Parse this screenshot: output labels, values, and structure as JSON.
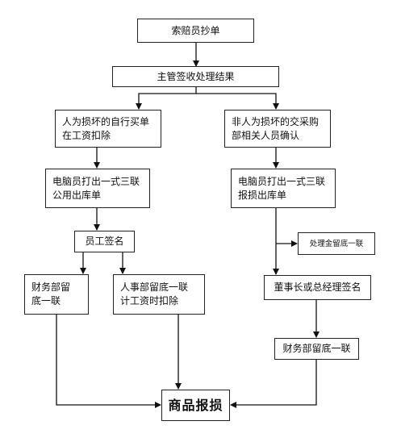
{
  "flowchart": {
    "nodes": {
      "n1": "索赔员抄单",
      "n2": "主管签收处理结果",
      "n3": "人为损坏的自行买单\n在工资扣除",
      "n4": "非人为损坏的交采购\n部相关人员确认",
      "n5": "电脑员打出一式三联\n公用出库单",
      "n6": "电脑员打出一式三联\n报损出库单",
      "n7": "员工签名",
      "n8": "处理金留底一联",
      "n9": "财务部留\n底一联",
      "n10": "人事部留底一联\n计工资时扣除",
      "n11": "董事长或总经理签名",
      "n12": "财务部留底一联",
      "n13": "商品报损"
    }
  }
}
